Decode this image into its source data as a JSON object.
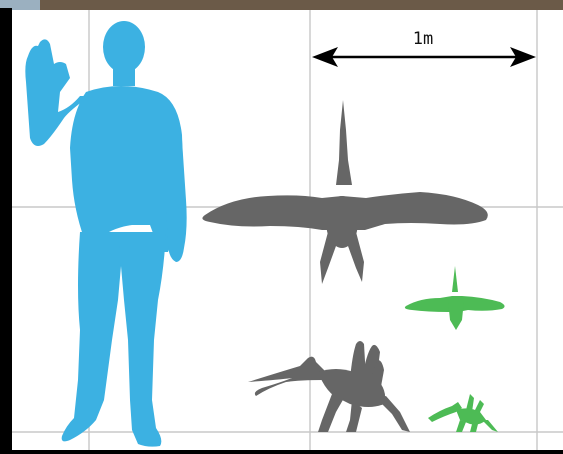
{
  "scale_bar": {
    "label": "1m"
  },
  "colors": {
    "human": "#3cb1e2",
    "adult_pterosaur": "#666666",
    "juvenile_pterosaur": "#4dbb55",
    "background": "#ffffff",
    "grid": "#c8c8c8",
    "frame": "#000000",
    "top_strip": "#6b5a48"
  },
  "figures": [
    {
      "id": "human",
      "kind": "silhouette",
      "color_key": "human"
    },
    {
      "id": "adult-flying",
      "kind": "silhouette",
      "color_key": "adult_pterosaur"
    },
    {
      "id": "juvenile-flying",
      "kind": "silhouette",
      "color_key": "juvenile_pterosaur"
    },
    {
      "id": "adult-standing",
      "kind": "silhouette",
      "color_key": "adult_pterosaur"
    },
    {
      "id": "juvenile-standing",
      "kind": "silhouette",
      "color_key": "juvenile_pterosaur"
    }
  ]
}
